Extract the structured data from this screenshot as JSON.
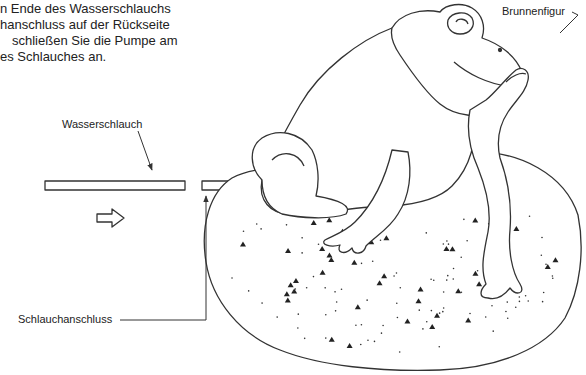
{
  "diagram": {
    "labels": [
      "n Ende des Wasserschlauchs",
      "hanschluss auf der Rückseite",
      "schließen Sie die Pumpe am",
      "es Schlauches an.",
      "Brunnenfigur",
      "Wasserschlauch",
      "Schlauchanschluss"
    ]
  }
}
